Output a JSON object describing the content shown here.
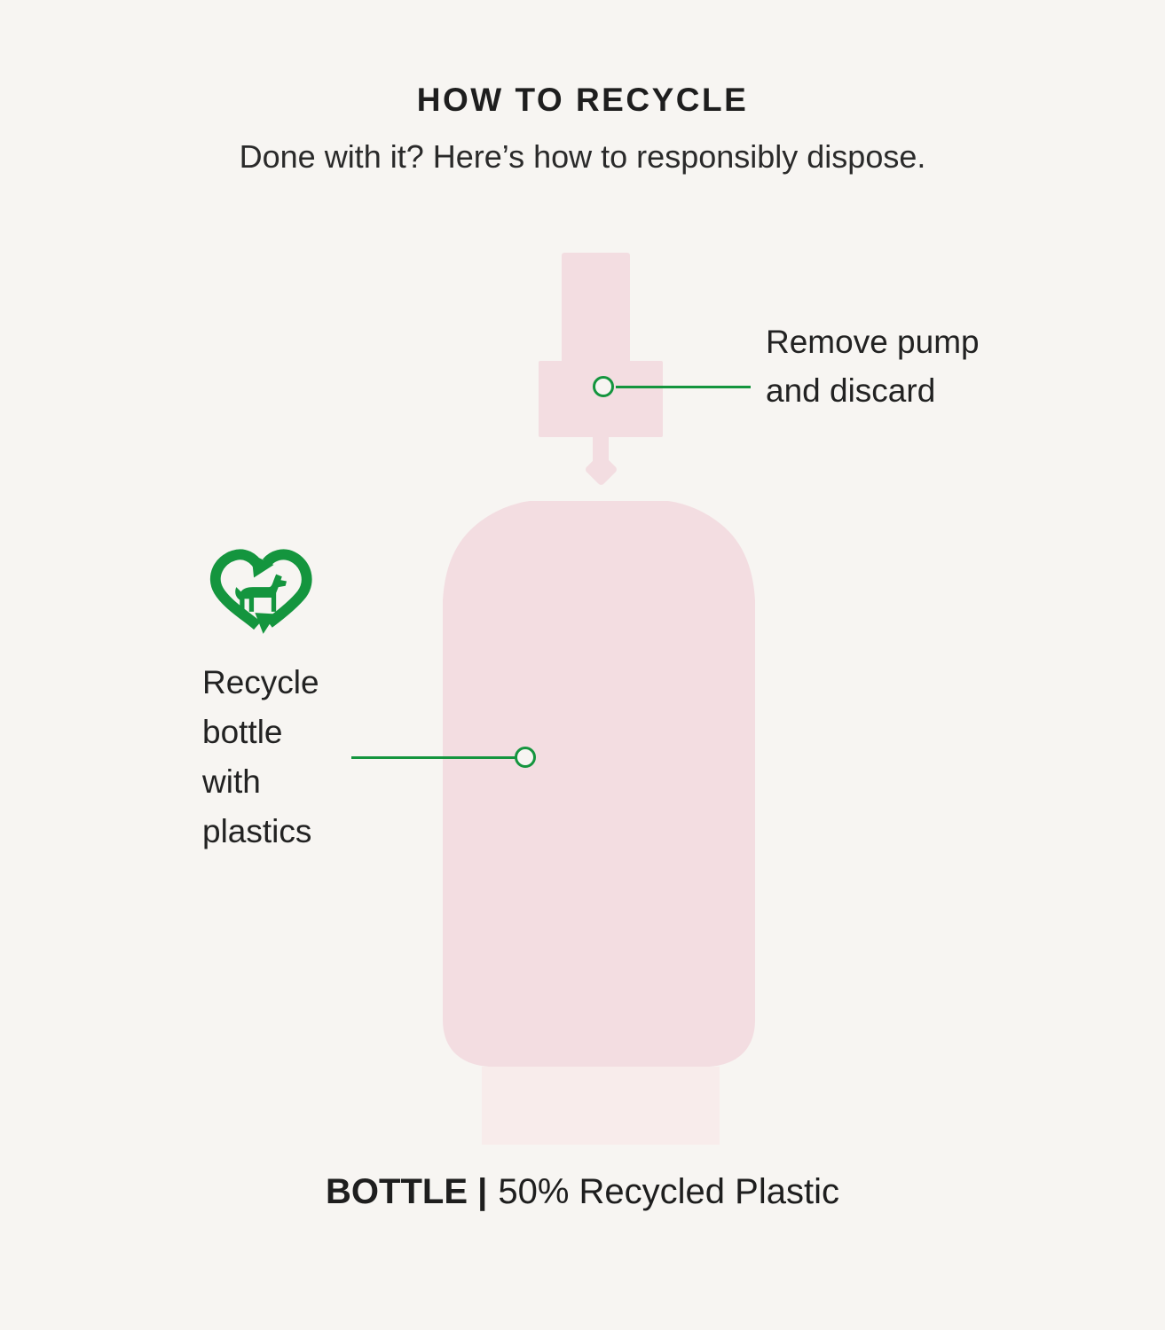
{
  "theme": {
    "bg": "#f7f5f2",
    "green": "#14953e",
    "pink": "#f3dde1",
    "pinkLight": "#f8eceb",
    "text": "#1e1e1e"
  },
  "header": {
    "title": "HOW TO RECYCLE",
    "subtitle": "Done with it? Here’s how to responsibly dispose."
  },
  "annotations": {
    "pump": {
      "lines": [
        "Remove pump",
        "and discard"
      ]
    },
    "bottle": {
      "lines": [
        "Recycle",
        "bottle",
        "with",
        "plastics"
      ]
    }
  },
  "icons": {
    "recycle_heart_dog": "heart-shaped recycling arrows with dog silhouette"
  },
  "footer": {
    "label": "BOTTLE |",
    "value": "50% Recycled Plastic"
  }
}
